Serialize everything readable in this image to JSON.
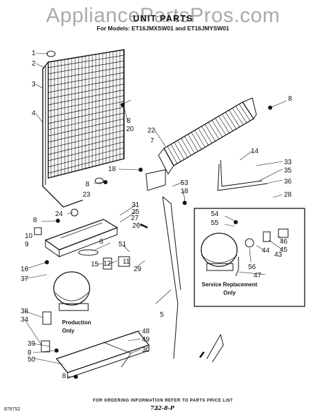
{
  "watermark": "AppliancePartsPros.com",
  "title": "UNIT PARTS",
  "models": "For Models: ET16JMXSW01 and ET16JMYSW01",
  "service_box": {
    "line1": "Service Replacement",
    "line2": "Only"
  },
  "production_label": {
    "line1": "Production",
    "line2": "Only"
  },
  "footer": "FOR ORDERING INFORMATION REFER TO PARTS PRICE LIST",
  "catalog_number": "879752",
  "page_number": "5",
  "handwritten_note": "722-8-P",
  "callouts": [
    {
      "id": "c1",
      "text": "1"
    },
    {
      "id": "c2",
      "text": "2"
    },
    {
      "id": "c3",
      "text": "3"
    },
    {
      "id": "c4",
      "text": "4"
    },
    {
      "id": "c8a",
      "text": "8"
    },
    {
      "id": "c20",
      "text": "20"
    },
    {
      "id": "c8b",
      "text": "8"
    },
    {
      "id": "c22",
      "text": "22"
    },
    {
      "id": "c7",
      "text": "7"
    },
    {
      "id": "c14",
      "text": "14"
    },
    {
      "id": "c18a",
      "text": "18"
    },
    {
      "id": "c33",
      "text": "33"
    },
    {
      "id": "c35",
      "text": "35"
    },
    {
      "id": "c8c",
      "text": "8"
    },
    {
      "id": "c23",
      "text": "23"
    },
    {
      "id": "c53",
      "text": "53"
    },
    {
      "id": "c18b",
      "text": "18"
    },
    {
      "id": "c36",
      "text": "36"
    },
    {
      "id": "c28",
      "text": "28"
    },
    {
      "id": "c31",
      "text": "31"
    },
    {
      "id": "c25",
      "text": "25"
    },
    {
      "id": "c24",
      "text": "24"
    },
    {
      "id": "c8d",
      "text": "8"
    },
    {
      "id": "c27",
      "text": "27"
    },
    {
      "id": "c26",
      "text": "26"
    },
    {
      "id": "c10",
      "text": "10"
    },
    {
      "id": "c9",
      "text": "9"
    },
    {
      "id": "c6",
      "text": "6"
    },
    {
      "id": "c51",
      "text": "51"
    },
    {
      "id": "c54",
      "text": "54"
    },
    {
      "id": "c55",
      "text": "55"
    },
    {
      "id": "c46",
      "text": "46"
    },
    {
      "id": "c45",
      "text": "45"
    },
    {
      "id": "c44",
      "text": "44"
    },
    {
      "id": "c43",
      "text": "43"
    },
    {
      "id": "c56",
      "text": "56"
    },
    {
      "id": "c47",
      "text": "47"
    },
    {
      "id": "c16",
      "text": "16"
    },
    {
      "id": "c37",
      "text": "37"
    },
    {
      "id": "c15",
      "text": "15"
    },
    {
      "id": "c12",
      "text": "12"
    },
    {
      "id": "c11",
      "text": "11"
    },
    {
      "id": "c29",
      "text": "29"
    },
    {
      "id": "c5",
      "text": "5"
    },
    {
      "id": "c38",
      "text": "38"
    },
    {
      "id": "c34",
      "text": "34"
    },
    {
      "id": "c48",
      "text": "48"
    },
    {
      "id": "c49",
      "text": "49"
    },
    {
      "id": "c30",
      "text": "30"
    },
    {
      "id": "c39",
      "text": "39"
    },
    {
      "id": "c8e",
      "text": "8"
    },
    {
      "id": "c50",
      "text": "50"
    },
    {
      "id": "c8f",
      "text": "8"
    }
  ]
}
